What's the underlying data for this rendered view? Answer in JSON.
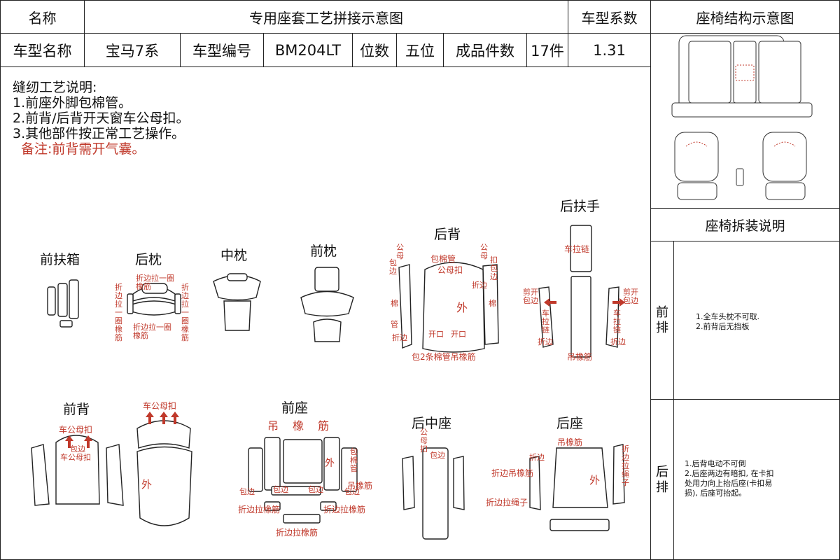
{
  "header": {
    "name_label": "名称",
    "title": "专用座套工艺拼接示意图",
    "coef_label": "车型系数",
    "struct_title": "座椅结构示意图",
    "model_name_label": "车型名称",
    "model_name": "宝马7系",
    "model_code_label": "车型编号",
    "model_code": "BM204LT",
    "seats_label": "位数",
    "seats": "五位",
    "pieces_label": "成品件数",
    "pieces": "17件",
    "coef": "1.31"
  },
  "notes": {
    "title": "缝纫工艺说明:",
    "items": [
      "1.前座外脚包棉管。",
      "2.前背/后背开天窗车公母扣。",
      "3.其他部件按正常工艺操作。"
    ],
    "remark": "备注:前背需开气囊。"
  },
  "parts": {
    "front_armrest_box": "前扶箱",
    "rear_headrest": "后枕",
    "middle_headrest": "中枕",
    "front_headrest": "前枕",
    "rear_back": "后背",
    "rear_armrest": "后扶手",
    "front_back": "前背",
    "front_seat": "前座",
    "rear_middle_seat": "后中座",
    "rear_seat": "后座"
  },
  "annotations": {
    "fold_pull_1": "折边拉一圈橡筋",
    "fold_pull_2": "折边拉一圈橡筋",
    "fold_left": "折边拉一圈橡筋",
    "fold_right": "折边拉一圈橡筋",
    "rb_pipe": "包棉管",
    "rb_buckle": "公母扣",
    "rb_left_buckle": "公母",
    "rb_left_side": "包边",
    "rb_cotton": "棉",
    "rb_pipe2": "管",
    "rb_fold": "折边",
    "rb_right_buckle": "公母",
    "rb_right_side": "扣包边",
    "rb_right_fold": "折边",
    "rb_right_cotton": "棉",
    "rb_out": "外",
    "rb_open1": "开口",
    "rb_open2": "开口",
    "rb_bottom": "包2条棉管吊橡筋",
    "ra_zipper": "车拉链",
    "ra_cut_left": "剪开包边",
    "ra_cut_right": "剪开包边",
    "ra_left_zip": "车拉链",
    "ra_right_zip": "车拉链",
    "ra_left_fold": "折边",
    "ra_right_fold": "折边",
    "ra_bottom": "吊橡筋",
    "fb_buckle_top": "车公母扣",
    "fb_buckle": "车公母扣",
    "fb_side": "包边",
    "fb_buckle2": "车公母扣",
    "fb_out": "外",
    "fs_top": "吊橡筋",
    "fs_pipe": "包棉管",
    "fs_out": "外",
    "fs_hang": "吊橡筋",
    "fs_side1": "包边",
    "fs_side2": "包边",
    "fs_side3": "包边",
    "fs_side4": "包边",
    "fs_fold1": "折边拉橡筋",
    "fs_fold2": "折边拉橡筋",
    "fs_fold3": "折边拉橡筋",
    "rm_buckle": "公母扣",
    "rm_side": "包边",
    "rs_top": "吊橡筋",
    "rs_fold1": "折边",
    "rs_fold_hang": "折边吊橡筋",
    "rs_fold_rope": "折边拉绳子",
    "rs_fold_rope2": "折边拉绳子",
    "rs_out": "外"
  },
  "right_panel": {
    "disassembly_title": "座椅拆装说明",
    "front_row_label": "前排",
    "front_row_notes": [
      "1.全车头枕不可取.",
      "2.前背后无挡板"
    ],
    "rear_row_label": "后排",
    "rear_row_notes": [
      "1.后背电动不可倒",
      "2.后座两边有暗扣, 在卡扣",
      "处用力向上抬后座(卡扣易",
      "损), 后座可抬起。"
    ]
  },
  "colors": {
    "annotation": "#c0392b",
    "line": "#222222"
  }
}
